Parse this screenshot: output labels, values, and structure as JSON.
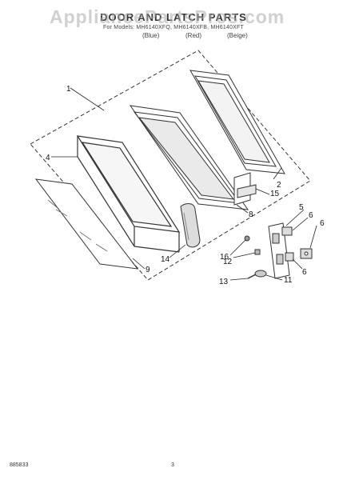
{
  "header": {
    "title": "DOOR AND LATCH PARTS",
    "models": "For Models: MH6140XFQ, MH6140XFB, MH6140XFT",
    "color_1": "(Blue)",
    "color_2": "(Red)",
    "color_3": "(Beige)"
  },
  "watermark": "AppliancePartsPros.com",
  "callouts": {
    "c1": "1",
    "c2": "2",
    "c4": "4",
    "c5": "5",
    "c6a": "6",
    "c6b": "6",
    "c6c": "6",
    "c8": "8",
    "c9": "9",
    "c11": "11",
    "c12": "12",
    "c13": "13",
    "c14": "14",
    "c15": "15",
    "c16": "16"
  },
  "footer": {
    "doc_number": "885833",
    "page_number": "3"
  }
}
